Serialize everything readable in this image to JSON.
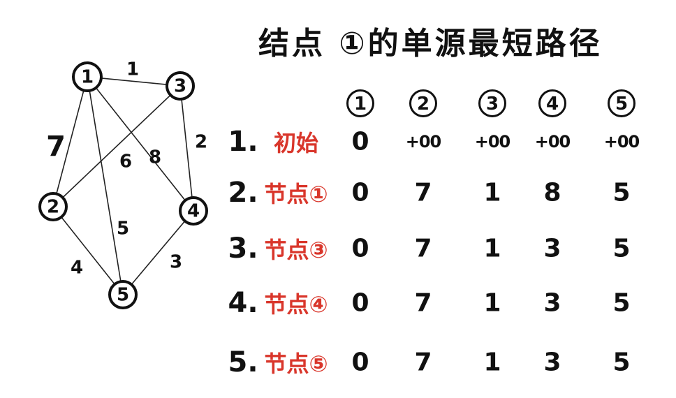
{
  "title": "结点 ①的单源最短路径",
  "graph": {
    "nodes": [
      {
        "id": "1",
        "label": "1"
      },
      {
        "id": "2",
        "label": "2"
      },
      {
        "id": "3",
        "label": "3"
      },
      {
        "id": "4",
        "label": "4"
      },
      {
        "id": "5",
        "label": "5"
      }
    ],
    "edges": [
      {
        "from": "1",
        "to": "3",
        "weight": "1"
      },
      {
        "from": "1",
        "to": "2",
        "weight": "7"
      },
      {
        "from": "3",
        "to": "2",
        "weight": "6"
      },
      {
        "from": "1",
        "to": "4",
        "weight": "8"
      },
      {
        "from": "3",
        "to": "4",
        "weight": "2"
      },
      {
        "from": "1",
        "to": "5",
        "weight": "5"
      },
      {
        "from": "2",
        "to": "5",
        "weight": "4"
      },
      {
        "from": "4",
        "to": "5",
        "weight": "3"
      }
    ]
  },
  "table": {
    "columns": [
      "1",
      "2",
      "3",
      "4",
      "5"
    ],
    "rows": [
      {
        "step": "1.",
        "label": "初始",
        "values": [
          "0",
          "+00",
          "+00",
          "+00",
          "+00"
        ]
      },
      {
        "step": "2.",
        "label": "节点①",
        "values": [
          "0",
          "7",
          "1",
          "8",
          "5"
        ]
      },
      {
        "step": "3.",
        "label": "节点③",
        "values": [
          "0",
          "7",
          "1",
          "3",
          "5"
        ]
      },
      {
        "step": "4.",
        "label": "节点④",
        "values": [
          "0",
          "7",
          "1",
          "3",
          "5"
        ]
      },
      {
        "step": "5.",
        "label": "节点⑤",
        "values": [
          "0",
          "7",
          "1",
          "3",
          "5"
        ]
      }
    ]
  }
}
